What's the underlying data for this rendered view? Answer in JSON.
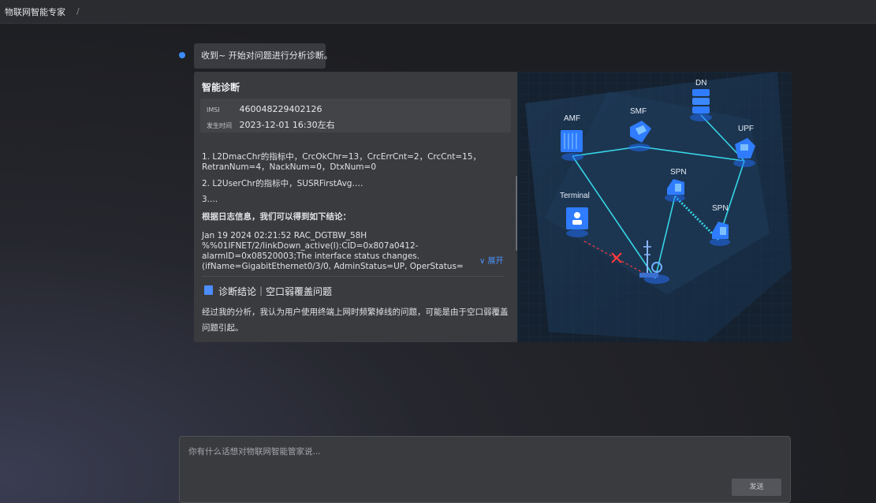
{
  "topbar": {
    "title": "物联网智能专家",
    "separator": "/"
  },
  "message": {
    "text": "收到~ 开始对问题进行分析诊断。"
  },
  "diagnosis": {
    "title": "智能诊断",
    "info": [
      {
        "key": "IMSI",
        "value": "460048229402126"
      },
      {
        "key": "发生时间",
        "value": "2023-12-01 16:30左右"
      }
    ],
    "items": [
      "1. L2DmacChr的指标中，CrcOkChr=13，CrcErrCnt=2，CrcCnt=15，RetranNum=4，NackNum=0，DtxNum=0",
      "2. L2UserChr的指标中，SUSRFirstAvg….",
      "3...."
    ],
    "log_heading": "根据日志信息，我们可以得到如下结论：",
    "log_text": "Jan 19 2024 02:21:52 RAC_DGTBW_58H %%01IFNET/2/linkDown_active(l):CID=0x807a0412-alarmID=0x08520003;The interface status changes. (ifName=GigabitEthernet0/3/0, AdminStatus=UP, OperStatus=",
    "expand_label": "∨ 展开",
    "conclusion_icon": "edit-note-icon",
    "conclusion_title": "诊断结论｜空口弱覆盖问题",
    "conclusion_body": "经过我的分析，我认为用户使用终端上网时频繁掉线的问题，可能是由于空口弱覆盖问题引起。"
  },
  "network": {
    "nodes": {
      "dn": "DN",
      "amf": "AMF",
      "smf": "SMF",
      "upf": "UPF",
      "spn1": "SPN",
      "spn2": "SPN",
      "terminal": "Terminal"
    },
    "colors": {
      "link": "#36d6e7",
      "fault": "#ff3b3b",
      "node": "#2f7cff"
    }
  },
  "input": {
    "placeholder": "你有什么话想对物联网智能管家说...",
    "value": ""
  },
  "send_label": "发送"
}
